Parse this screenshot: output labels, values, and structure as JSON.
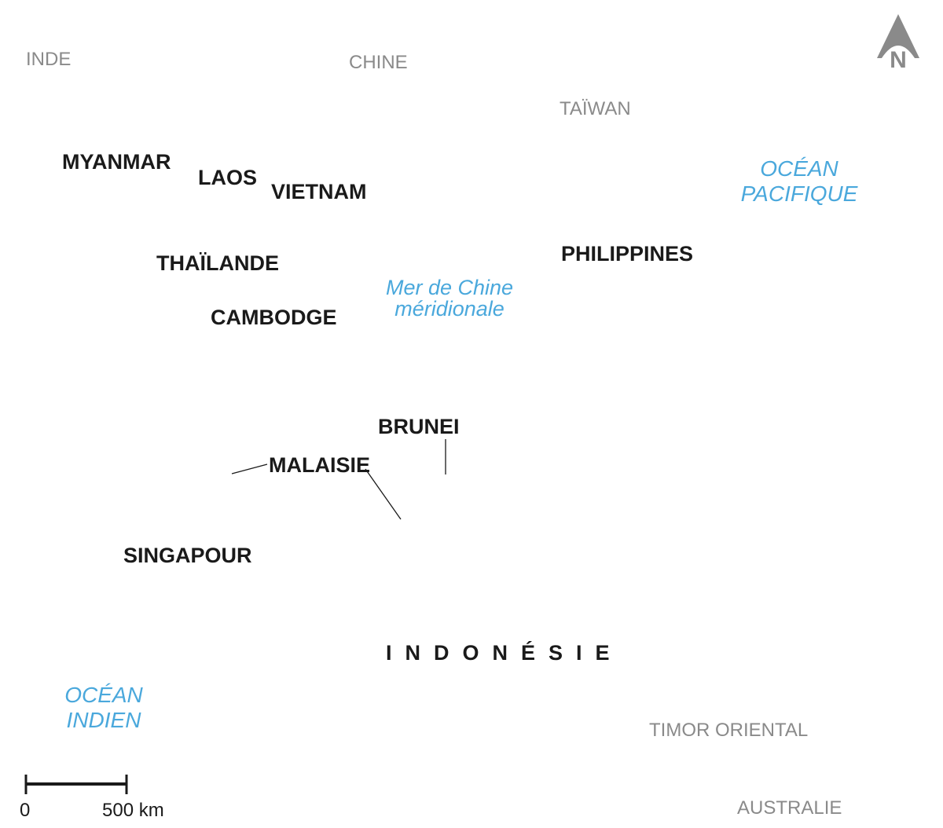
{
  "neighbors": {
    "inde": "INDE",
    "chine": "CHINE",
    "taiwan": "TAÏWAN",
    "timor": "TIMOR ORIENTAL",
    "australie": "AUSTRALIE"
  },
  "countries": {
    "myanmar": "MYANMAR",
    "laos": "LAOS",
    "vietnam": "VIETNAM",
    "thailande": "THAÏLANDE",
    "cambodge": "CAMBODGE",
    "philippines": "PHILIPPINES",
    "brunei": "BRUNEI",
    "malaisie": "MALAISIE",
    "singapour": "SINGAPOUR",
    "indonesie": "INDONÉSIE"
  },
  "waters": {
    "pacific_line1": "OCÉAN",
    "pacific_line2": "PACIFIQUE",
    "indian_line1": "OCÉAN",
    "indian_line2": "INDIEN",
    "sea_line1": "Mer de Chine",
    "sea_line2": "méridionale"
  },
  "compass": {
    "label": "N"
  },
  "scale": {
    "start": "0",
    "end": "500 km"
  },
  "colors": {
    "neighbor_text": "#8a8a8a",
    "country_text": "#1a1a1a",
    "water_text": "#4aa8dc",
    "compass": "#8a8a8a"
  }
}
